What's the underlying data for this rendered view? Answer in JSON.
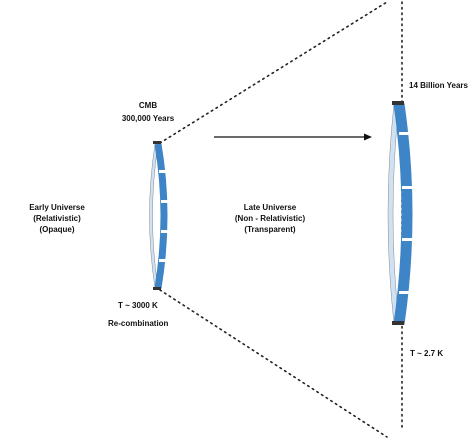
{
  "cmb": {
    "title": "CMB",
    "age": "300,000 Years"
  },
  "early_universe": {
    "line1": "Early Universe",
    "line2": "(Relativistic)",
    "line3": "(Opaque)"
  },
  "late_universe": {
    "line1": "Late Universe",
    "line2": "(Non - Relativistic)",
    "line3": "(Transparent)"
  },
  "early_temperature": "T ~ 3000 K",
  "recombination": "Re-combination",
  "late_age": "14 Billion Years",
  "late_temperature": "T ~ 2.7 K",
  "colors": {
    "disk_light": "#cfe2f3",
    "disk_blue": "#3d85c6",
    "disk_edge": "#333333",
    "dotted": "#222222",
    "arrow": "#111111"
  }
}
